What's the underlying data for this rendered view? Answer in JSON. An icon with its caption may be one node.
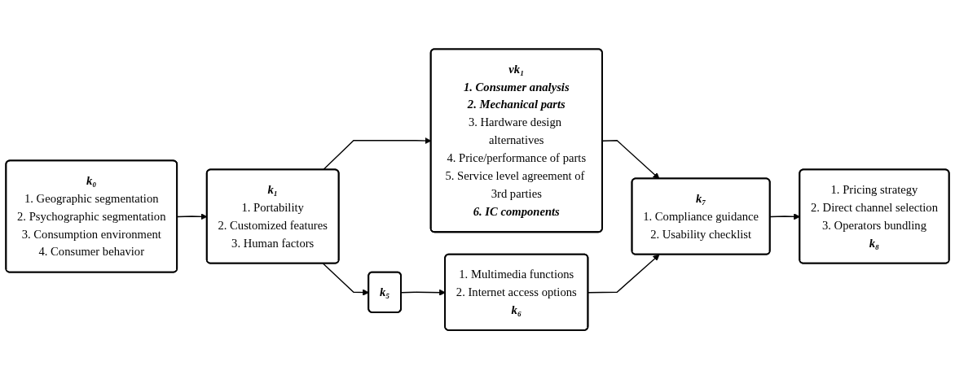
{
  "diagram": {
    "nodes": [
      {
        "text": [
          "k₀",
          "1. Geographic segmentation",
          "2. Psychographic segmentation",
          "3. Consumption environment",
          "4. Consumer behavior"
        ]
      },
      {
        "text": [
          "k₁",
          "1. Portability",
          "2. Customized features",
          "3. Human factors"
        ]
      },
      {
        "text": [
          "vk₁",
          "1. Consumer analysis",
          "2. Mechanical parts",
          "3. Hardware design alternatives",
          "4. Price/performance of parts",
          "5. Service level agreement of 3rd parties",
          "6. IC components"
        ]
      },
      {
        "text": [
          "k₇",
          "1. Compliance guidance",
          "2. Usability checklist"
        ]
      },
      {
        "text": [
          "1. Pricing strategy",
          "2. Direct channel selection",
          "3. Operators bundling",
          "k₈"
        ]
      },
      {
        "text": [
          "k₅"
        ]
      },
      {
        "text": [
          "1. Multimedia functions",
          "2. Internet access options",
          "k₆"
        ]
      }
    ],
    "edges": [
      {
        "from": 0,
        "to": 1,
        "arrow": "to"
      },
      {
        "from": 1,
        "to": 2,
        "arrow": "to"
      },
      {
        "from": 1,
        "to": 5,
        "arrow": "to"
      },
      {
        "from": 5,
        "to": 6,
        "arrow": "to"
      },
      {
        "from": 2,
        "to": 3,
        "arrow": "to"
      },
      {
        "from": 6,
        "to": 3,
        "arrow": "to"
      },
      {
        "from": 3,
        "to": 4,
        "arrow": "to"
      }
    ]
  }
}
